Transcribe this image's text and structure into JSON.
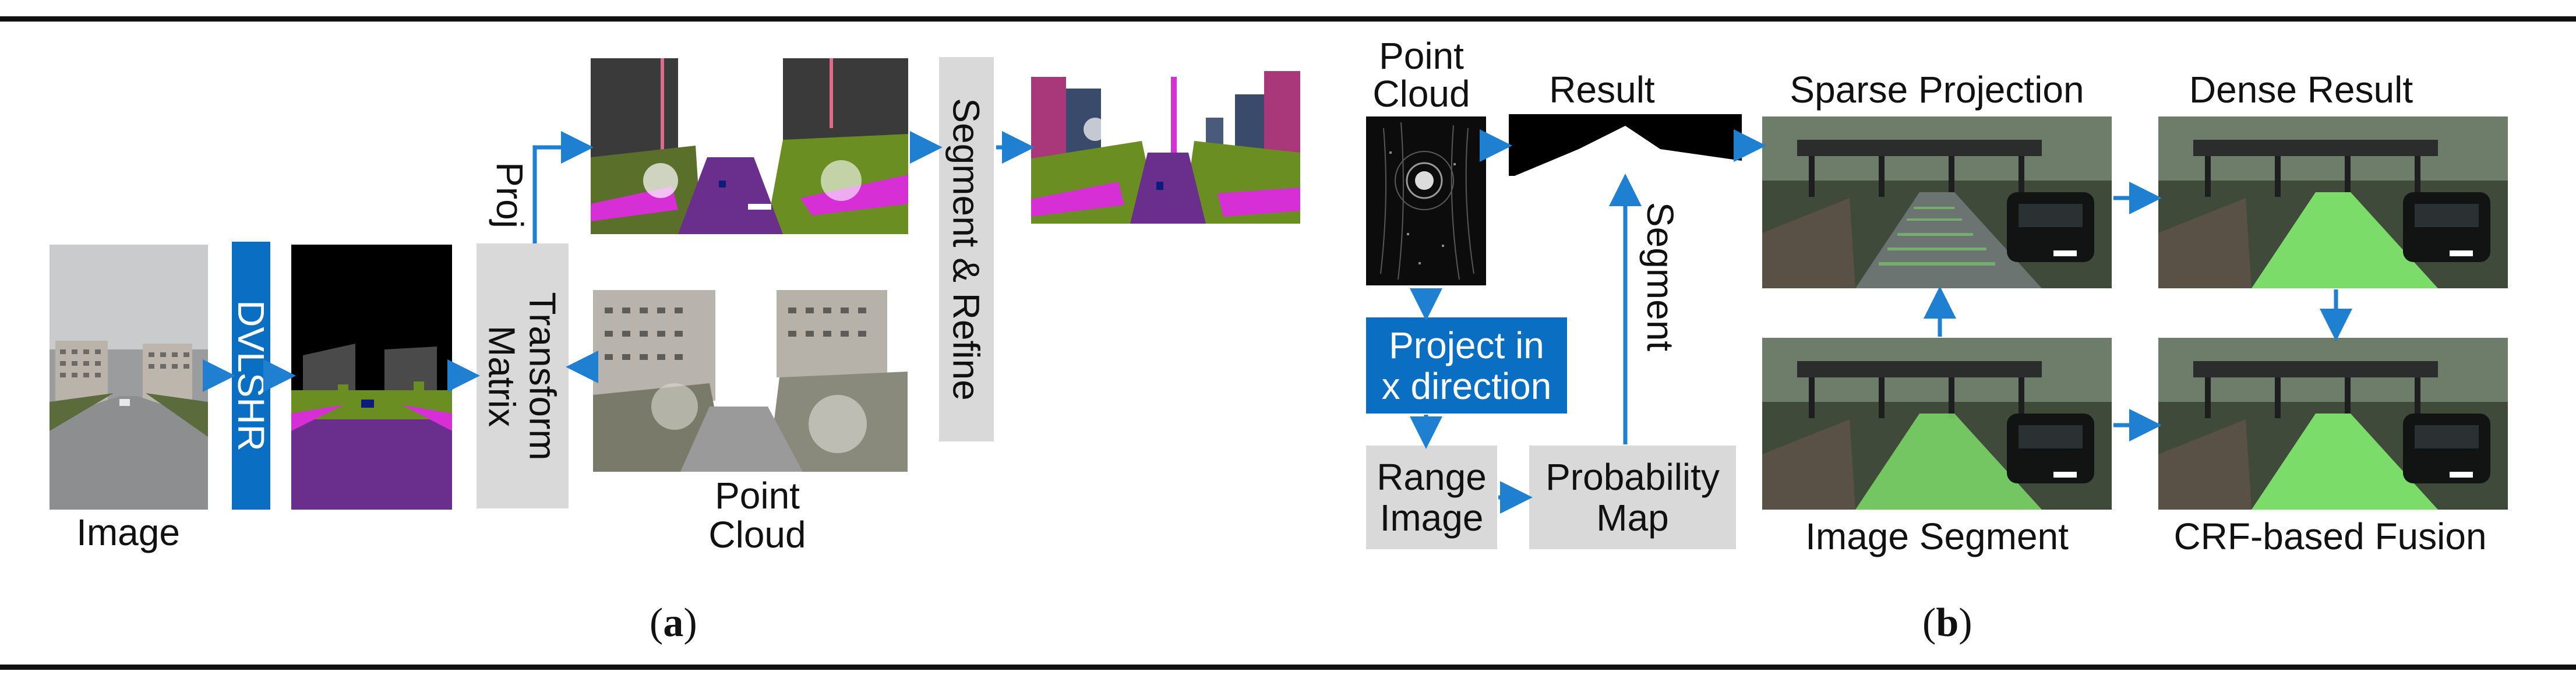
{
  "panel_a": {
    "image_label": "Image",
    "dvlshr_label": "DVLSHR",
    "transform_label_1": "Transform",
    "transform_label_2": "Matrix",
    "proj_label": "Proj",
    "point_cloud_label_1": "Point",
    "point_cloud_label_2": "Cloud",
    "segment_refine_label": "Segment & Refine",
    "caption_open": "(",
    "caption_letter": "a",
    "caption_close": ")"
  },
  "panel_b": {
    "point_cloud_label_1": "Point",
    "point_cloud_label_2": "Cloud",
    "result_label": "Result",
    "segment_label": "Segment",
    "project_label_1": "Project in",
    "project_label_2": "x direction",
    "range_label_1": "Range",
    "range_label_2": "Image",
    "probability_label_1": "Probability",
    "probability_label_2": "Map",
    "sparse_label": "Sparse Projection",
    "dense_label": "Dense Result",
    "image_segment_label": "Image Segment",
    "crf_label": "CRF-based Fusion",
    "caption_open": "(",
    "caption_letter": "b",
    "caption_close": ")"
  },
  "colors": {
    "arrow": "#1f7fd0",
    "blue_box": "#0a6fc2",
    "gray_box": "#d9d9d9",
    "road_purple": "#6a2f8c",
    "vegetation": "#6b8e23",
    "building_gray": "#4a4a4a",
    "road_green": "#7cdc6a"
  }
}
